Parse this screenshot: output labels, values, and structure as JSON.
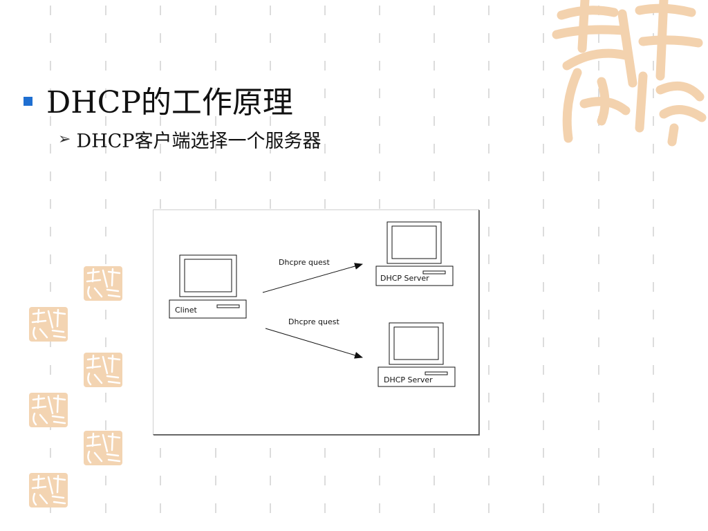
{
  "slide": {
    "title": "DHCP的工作原理",
    "subtitle": "DHCP客户端选择一个服务器",
    "bullet_icon": "square-bullet-icon",
    "sub_bullet_icon": "arrow-bullet-icon",
    "bullet_color": "#1f6fd1",
    "watermark_color": "#f3d4b2"
  },
  "diagram": {
    "client_label": "Clinet",
    "server_top_label": "DHCP Server",
    "server_bottom_label": "DHCP Server",
    "arrow_top_label": "Dhcpre quest",
    "arrow_bottom_label": "Dhcpre quest",
    "icons": [
      "computer-monitor-icon",
      "server-box-icon"
    ]
  }
}
